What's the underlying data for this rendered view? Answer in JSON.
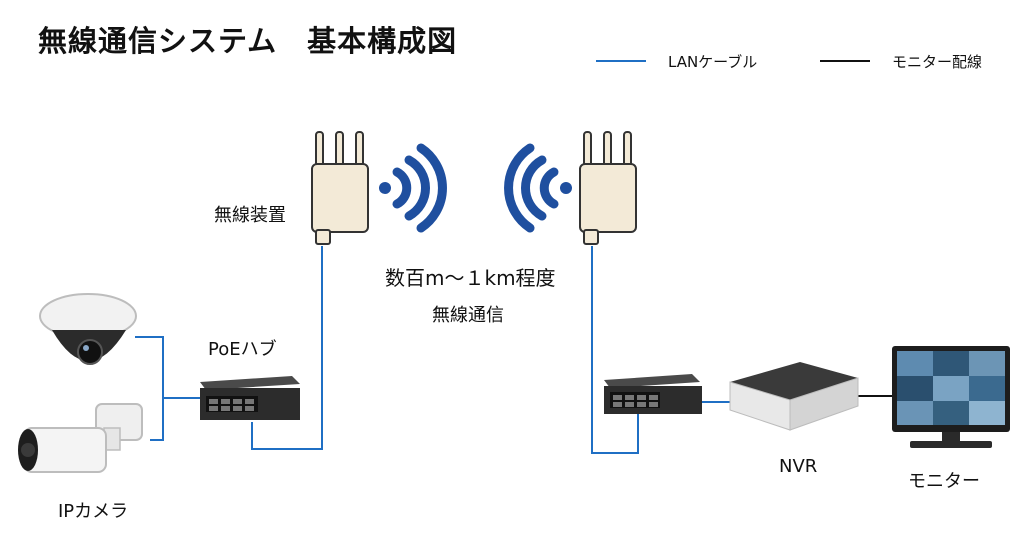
{
  "title": "無線通信システム　基本構成図",
  "legend": [
    {
      "label": "LANケーブル",
      "color": "#1f6fc4"
    },
    {
      "label": "モニター配線",
      "color": "#111111"
    }
  ],
  "labels": {
    "wireless_device": "無線装置",
    "range": "数百m〜１km程度",
    "wireless_comm": "無線通信",
    "poe_hub": "PoEハブ",
    "ip_camera": "IPカメラ",
    "nvr": "NVR",
    "monitor": "モニター"
  },
  "colors": {
    "lan": "#1f6fc4",
    "monitor_wire": "#111111",
    "wave": "#1f4f9f",
    "antenna_fill": "#f3ead7",
    "antenna_stroke": "#333333"
  }
}
